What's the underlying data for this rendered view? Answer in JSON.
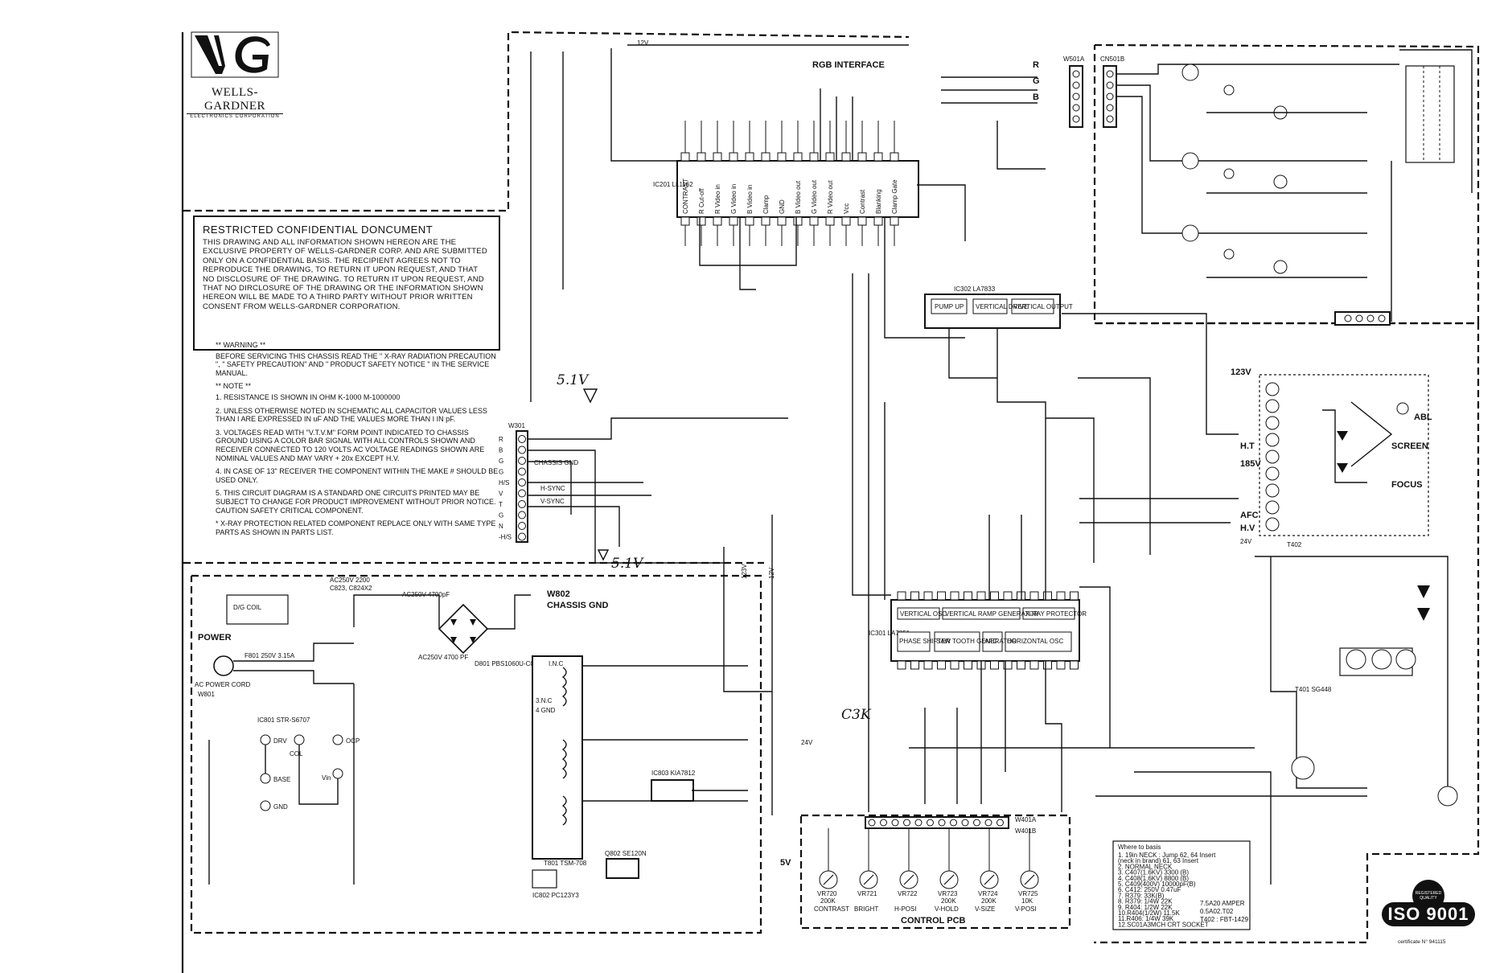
{
  "brand": {
    "name": "WELLS-GARDNER",
    "subtitle": "ELECTRONICS CORPORATION"
  },
  "notice": {
    "title": "RESTRICTED CONFIDENTIAL DONCUMENT",
    "body": "THIS DRAWING AND ALL INFORMATION SHOWN HEREON ARE THE EXCLUSIVE PROPERTY OF WELLS-GARDNER CORP. AND ARE SUBMITTED ONLY ON A CONFIDENTIAL BASIS. THE RECIPIENT AGREES NOT TO REPRODUCE THE DRAWING, TO RETURN IT UPON REQUEST, AND THAT NO DISCLOSURE OF THE DRAWING. TO RETURN IT UPON REQUEST, AND THAT NO DIRCLOSURE OF THE DRAWING OR THE INFORMATION SHOWN HEREON WILL BE MADE TO A THIRD PARTY WITHOUT PRIOR WRITTEN CONSENT FROM WELLS-GARDNER CORPORATION."
  },
  "notes": {
    "warning_heading": "** WARNING **",
    "warning_text": "BEFORE SERVICING THIS CHASSIS READ THE \" X-RAY RADIATION PRECAUTION \", \" SAFETY PRECAUTION\" AND \" PRODUCT SAFETY NOTICE \" IN THE SERVICE MANUAL.",
    "note_heading": "** NOTE **",
    "n1": "1. RESISTANCE IS SHOWN IN OHM K-1000 M-1000000",
    "n2": "2. UNLESS OTHERWISE NOTED IN SCHEMATIC ALL CAPACITOR VALUES LESS THAN I ARE EXPRESSED IN uF AND THE VALUES MORE THAN I IN pF.",
    "n3": "3. VOLTAGES READ WITH \"V.T.V.M\" FORM POINT INDICATED TO CHASSIS GROUND USING A COLOR BAR SIGNAL WITH ALL CONTROLS SHOWN AND RECEIVER CONNECTED TO 120 VOLTS AC VOLTAGE READINGS SHOWN ARE NOMINAL VALUES AND MAY VARY + 20x EXCEPT H.V.",
    "n4": "4. IN CASE OF 13\" RECEIVER THE COMPONENT WITHIN THE MAKE # SHOULD BE USED ONLY.",
    "n5": "5. THIS CIRCUIT DIAGRAM IS A STANDARD ONE CIRCUITS PRINTED MAY BE SUBJECT TO CHANGE FOR PRODUCT IMPROVEMENT WITHOUT PRIOR NOTICE.",
    "n6": "CAUTION SAFETY CRITICAL COMPONENT.",
    "n7": "* X-RAY PROTECTION RELATED COMPONENT REPLACE ONLY WITH SAME TYPE PARTS AS SHOWN IN PARTS LIST."
  },
  "ics": {
    "rgb": {
      "title": "RGB INTERFACE",
      "part": "IC201 LL1162",
      "pins": [
        "CONTRAST",
        "R Cut-off",
        "R Video in",
        "G Video in",
        "B Video in",
        "Clamp",
        "GND",
        "B Video out",
        "G Video out",
        "R Video out",
        "Vcc",
        "Contrast",
        "Blanking",
        "Clamp Gate"
      ]
    },
    "vert": {
      "part": "IC302 LA7833",
      "blocks": [
        "PUMP UP",
        "VERTICAL DRIVE",
        "VERTICAL OUTPUT"
      ]
    },
    "deflection": {
      "part": "IC301 LA7851",
      "blocks": [
        "VERTICAL OSC",
        "VERTICAL RAMP GENERATOR",
        "X-RAY PROTECTOR",
        "PHASE SHIFTER",
        "SAW TOOTH GENERATOR",
        "AFC",
        "HORIZONTAL OSC"
      ]
    },
    "power_ic": "IC801 STR-S6707",
    "regulator": "IC803 KIA7812"
  },
  "connectors": {
    "w301": {
      "name": "W301",
      "pins": [
        "R",
        "B",
        "G",
        "G",
        "H/S",
        "V",
        "T",
        "G",
        "N",
        "-H/S"
      ],
      "signals": [
        "CHASSIS GND",
        "H-SYNC",
        "V-SYNC"
      ]
    },
    "w501a": {
      "name": "W501A",
      "pins": [
        "R",
        "G",
        "B"
      ]
    },
    "cn501b": "CN501B",
    "w802": {
      "name": "W802",
      "label": "CHASSIS GND"
    },
    "fbt": {
      "labels": [
        "123V",
        "H.T",
        "185V",
        "AFC",
        "H.V",
        "ABL",
        "SCREEN",
        "FOCUS",
        "24V"
      ]
    }
  },
  "power": {
    "title": "POWER",
    "cord": "AC POWER CORD",
    "w801": "W801",
    "dg_coil": "D/G COIL",
    "fuse": "F801 250V 3.15A",
    "bridge_caps": [
      "AC250V 2200",
      "C823, C824X2",
      "AC250V 4700pF",
      "AC250V 4700 PF"
    ],
    "bridge": "D801 PBS1060U-C0",
    "ic_pins": [
      "DRV",
      "COL",
      "OCP",
      "Vin",
      "BASE",
      "GND"
    ],
    "transformer": "T801 TSM-708",
    "transformer_pins": [
      "I.N.C",
      "3.N.C",
      "4 GND"
    ],
    "photo": "IC802 PC123Y3",
    "shunt": "Q802 SE120N"
  },
  "control_pcb": {
    "title": "CONTROL PCB",
    "connector": [
      "W401A",
      "W401B"
    ],
    "pots": [
      {
        "ref": "VR720",
        "value": "200K",
        "name": "CONTRAST"
      },
      {
        "ref": "VR721",
        "value": "",
        "name": "BRIGHT"
      },
      {
        "ref": "VR722",
        "value": "",
        "name": "H-POSI"
      },
      {
        "ref": "VR723",
        "value": "200K",
        "name": "V-HOLD"
      },
      {
        "ref": "VR724",
        "value": "200K",
        "name": "V-SIZE"
      },
      {
        "ref": "VR725",
        "value": "10K",
        "name": "V-POSI"
      }
    ]
  },
  "rails": [
    "12V",
    "24V",
    "123V",
    "12V",
    "5V"
  ],
  "handwritten": [
    "5.1V",
    "5.1V",
    "C3K"
  ],
  "right_note": {
    "title": "Where to basis",
    "lines": [
      "1. 19in NECK : Jump 62, 64 Insert",
      "   (neck in brand) 61, 63 Insert",
      "2. NORMAL NECK",
      "3. C407(1.6KV) 3300 (B)",
      "4. C408(1.6KV) 8800 (B)",
      "5. C409(400V) 10000pF(B)",
      "6. C412: 250V 0.47uF",
      "7. R379: 33K(B)",
      "8. R379: 1/4W 22K",
      "9. R404: 1/2W 22K",
      "10.R404(1/2W) 11.5K",
      "11.R406: 1/4W 39K",
      "12.SC01A3MCH CRT SOCKET"
    ],
    "side": [
      "7.5A20 AMPER",
      "0.5A02.T02",
      "T402 : FBT-1429"
    ]
  },
  "iso": {
    "badge": "ISO 9001",
    "registered": "REGISTERED QUALITY",
    "certificate": "certificate N° 941115"
  },
  "flyback": {
    "part": "T402",
    "hd": "T401 SG448"
  }
}
